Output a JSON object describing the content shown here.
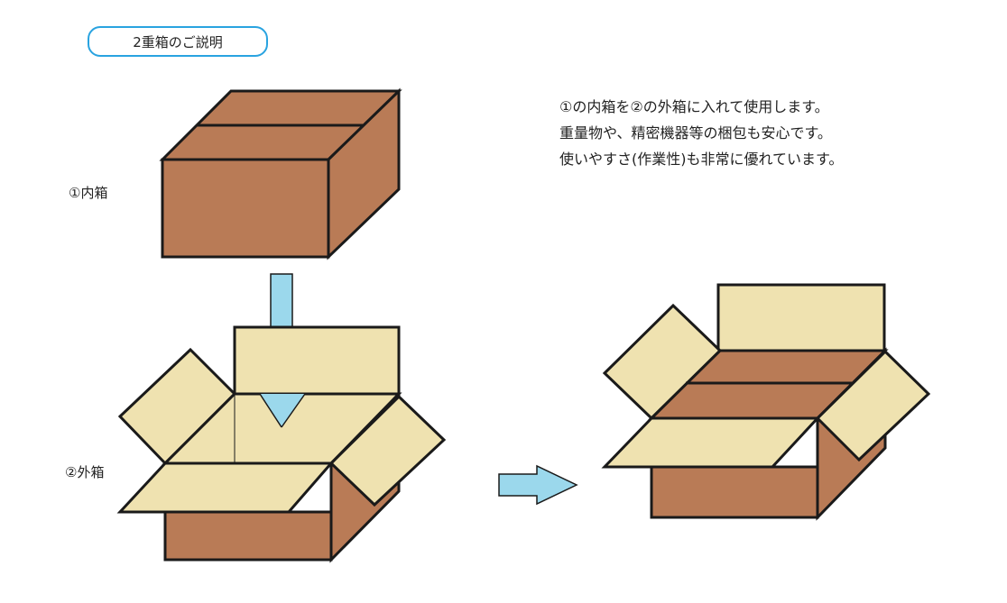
{
  "title": "2重箱のご説明",
  "labels": {
    "inner_box": "①内箱",
    "outer_box": "②外箱"
  },
  "description": [
    "①の内箱を②の外箱に入れて使用します。",
    "重量物や、精密機器等の梱包も安心です。",
    "使いやすさ(作業性)も非常に優れています。"
  ],
  "colors": {
    "cardboard": "#b97b56",
    "flap": "#efe2b0",
    "outline": "#1a1a1a",
    "arrow": "#9bd8ec",
    "badge_border": "#29a3e0"
  }
}
